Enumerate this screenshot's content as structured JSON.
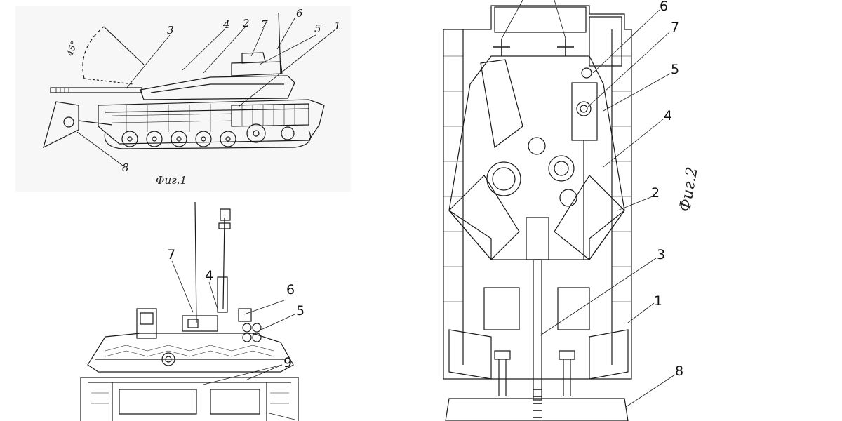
{
  "figures": {
    "fig1": {
      "caption": "Фиг.1",
      "angle_label": "45°",
      "callouts": [
        "1",
        "2",
        "3",
        "4",
        "5",
        "6",
        "7",
        "8"
      ]
    },
    "fig2": {
      "caption": "Фиг.2",
      "callouts": [
        "1",
        "2",
        "3",
        "4",
        "5",
        "6",
        "7",
        "8"
      ]
    },
    "fig3": {
      "callouts": [
        "4",
        "5",
        "6",
        "7",
        "9"
      ]
    }
  },
  "colors": {
    "ink": "#1a1a1a",
    "paper": "#ffffff"
  }
}
